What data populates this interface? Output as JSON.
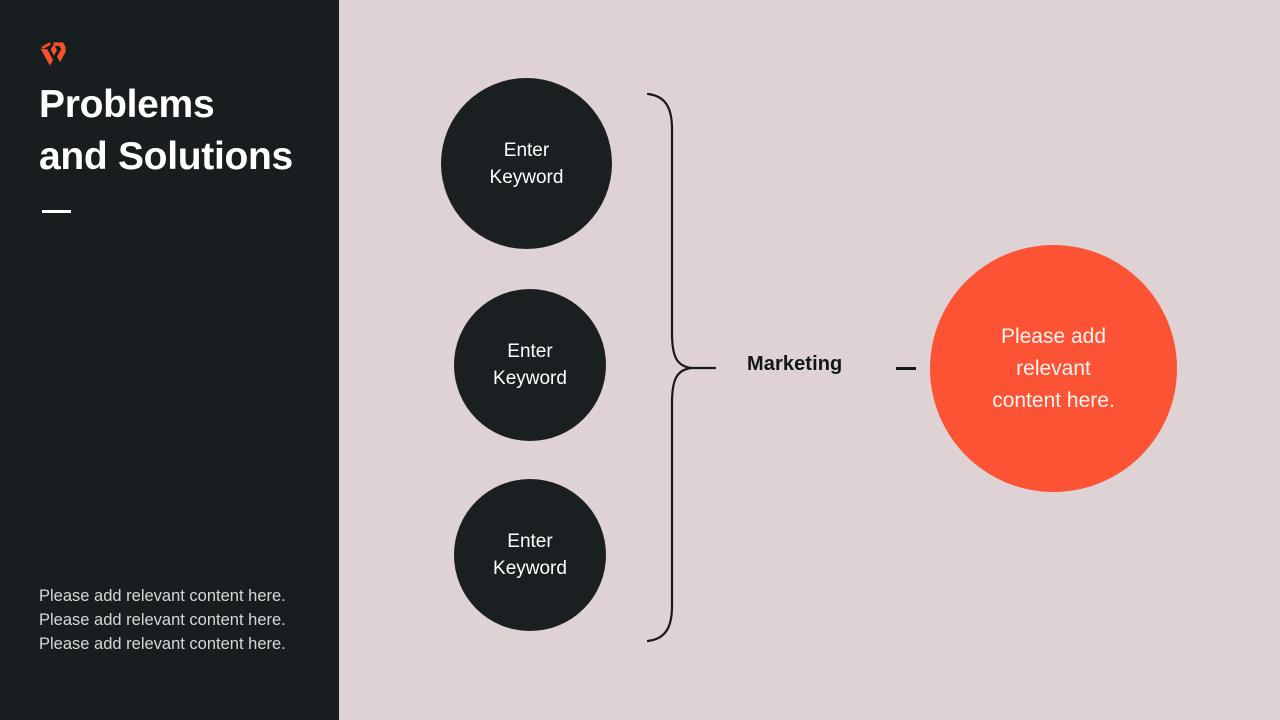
{
  "slide": {
    "background_color": "#ded2d4",
    "sidebar_color": "#181e20",
    "accent_color": "#fb5334"
  },
  "sidebar": {
    "logo_name": "brand-hexagon-logo",
    "title_line_1": "Problems",
    "title_line_2": "and Solutions",
    "divider_name": "title-divider",
    "body_text": "Please add relevant content here. Please add relevant content here. Please add relevant content here."
  },
  "diagram": {
    "input_nodes": [
      {
        "line_1": "Enter",
        "line_2": "Keyword"
      },
      {
        "line_1": "Enter",
        "line_2": "Keyword"
      },
      {
        "line_1": "Enter",
        "line_2": "Keyword"
      }
    ],
    "brace_name": "curly-brace-connector",
    "center_label": "Marketing",
    "dash_name": "connector-dash",
    "result_node": {
      "line_1": "Please add",
      "line_2": "relevant",
      "line_3": "content here.",
      "color": "#fb5334"
    }
  }
}
